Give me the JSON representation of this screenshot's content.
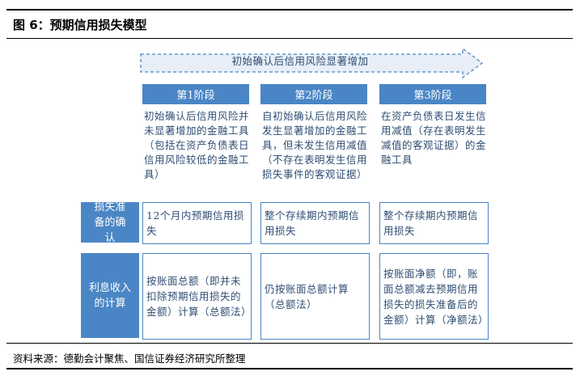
{
  "title": "图 6：预期信用损失模型",
  "timeline_arrow": {
    "label": "初始确认后信用风险显著增加"
  },
  "stages": [
    {
      "header": "第1阶段",
      "description": "初始确认后信用风险并未显著增加的金融工具（包括在资产负债表日信用风险较低的金融工具）"
    },
    {
      "header": "第2阶段",
      "description": "自初始确认后信用风险发生显著增加的金融工具，但未发生信用减值（不存在表明发生信用损失事件的客观证据）"
    },
    {
      "header": "第3阶段",
      "description": "在资产负债表日发生信用减值（存在表明发生减值的客观证据）的金融工具"
    }
  ],
  "rows": [
    {
      "label": "损失准备的确认",
      "cells": [
        "12个月内预期信用损失",
        "整个存续期内预期信用损失",
        "整个存续期内预期信用损失"
      ]
    },
    {
      "label": "利息收入的计算",
      "cells": [
        "按账面总额（即并未扣除预期信用损失的金额）计算（总额法）",
        "仍按账面总额计算（总额法）",
        "按账面净额（即，账面总额减去预期信用损失的损失准备后的金额）计算（净额法）"
      ]
    }
  ],
  "source": "资料来源：德勤会计聚焦、国信证券经济研究所整理",
  "colors": {
    "accent": "#4a86c5",
    "text": "#2f4e73",
    "arrow_fill": "#e7eef7"
  }
}
